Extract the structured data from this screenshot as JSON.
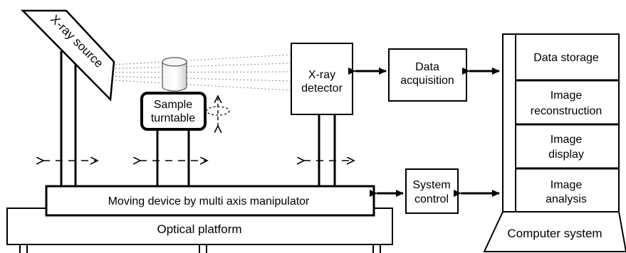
{
  "diagram": {
    "xray_source": "X-ray source",
    "sample_turntable": [
      "Sample",
      "turntable"
    ],
    "xray_detector": [
      "X-ray",
      "detector"
    ],
    "data_acquisition": [
      "Data",
      "acquisition"
    ],
    "moving_device": "Moving device by multi axis manipulator",
    "optical_platform": "Optical platform",
    "system_control": [
      "System",
      "control"
    ],
    "computer": {
      "data_storage": "Data storage",
      "image_reconstruction": [
        "Image",
        "reconstruction"
      ],
      "image_display": [
        "Image",
        "display"
      ],
      "image_analysis": [
        "Image",
        "analysis"
      ],
      "computer_system": "Computer system"
    }
  }
}
